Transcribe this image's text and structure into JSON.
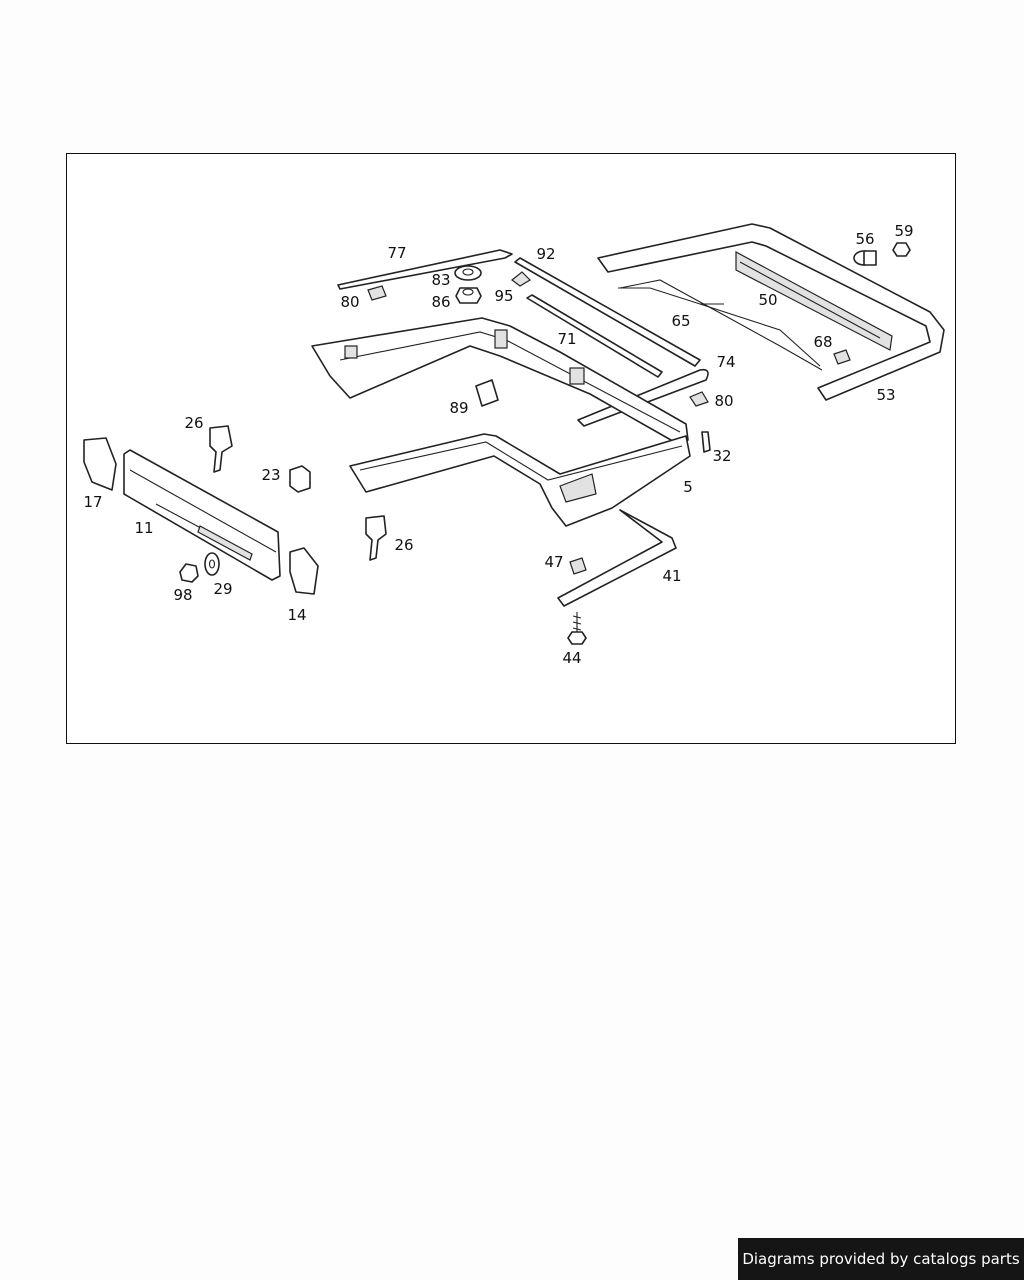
{
  "diagram": {
    "callouts": [
      {
        "id": "c77",
        "text": "77"
      },
      {
        "id": "c92",
        "text": "92"
      },
      {
        "id": "c83",
        "text": "83"
      },
      {
        "id": "c80a",
        "text": "80"
      },
      {
        "id": "c86",
        "text": "86"
      },
      {
        "id": "c95",
        "text": "95"
      },
      {
        "id": "c56",
        "text": "56"
      },
      {
        "id": "c59",
        "text": "59"
      },
      {
        "id": "c50",
        "text": "50"
      },
      {
        "id": "c65",
        "text": "65"
      },
      {
        "id": "c71",
        "text": "71"
      },
      {
        "id": "c68",
        "text": "68"
      },
      {
        "id": "c74",
        "text": "74"
      },
      {
        "id": "c53",
        "text": "53"
      },
      {
        "id": "c89",
        "text": "89"
      },
      {
        "id": "c80b",
        "text": "80"
      },
      {
        "id": "c26a",
        "text": "26"
      },
      {
        "id": "c32",
        "text": "32"
      },
      {
        "id": "c23",
        "text": "23"
      },
      {
        "id": "c17",
        "text": "17"
      },
      {
        "id": "c5",
        "text": "5"
      },
      {
        "id": "c11",
        "text": "11"
      },
      {
        "id": "c26b",
        "text": "26"
      },
      {
        "id": "c47",
        "text": "47"
      },
      {
        "id": "c41",
        "text": "41"
      },
      {
        "id": "c29",
        "text": "29"
      },
      {
        "id": "c98",
        "text": "98"
      },
      {
        "id": "c14",
        "text": "14"
      },
      {
        "id": "c44",
        "text": "44"
      }
    ]
  },
  "footer": {
    "credit": "Diagrams provided by catalogs parts"
  }
}
